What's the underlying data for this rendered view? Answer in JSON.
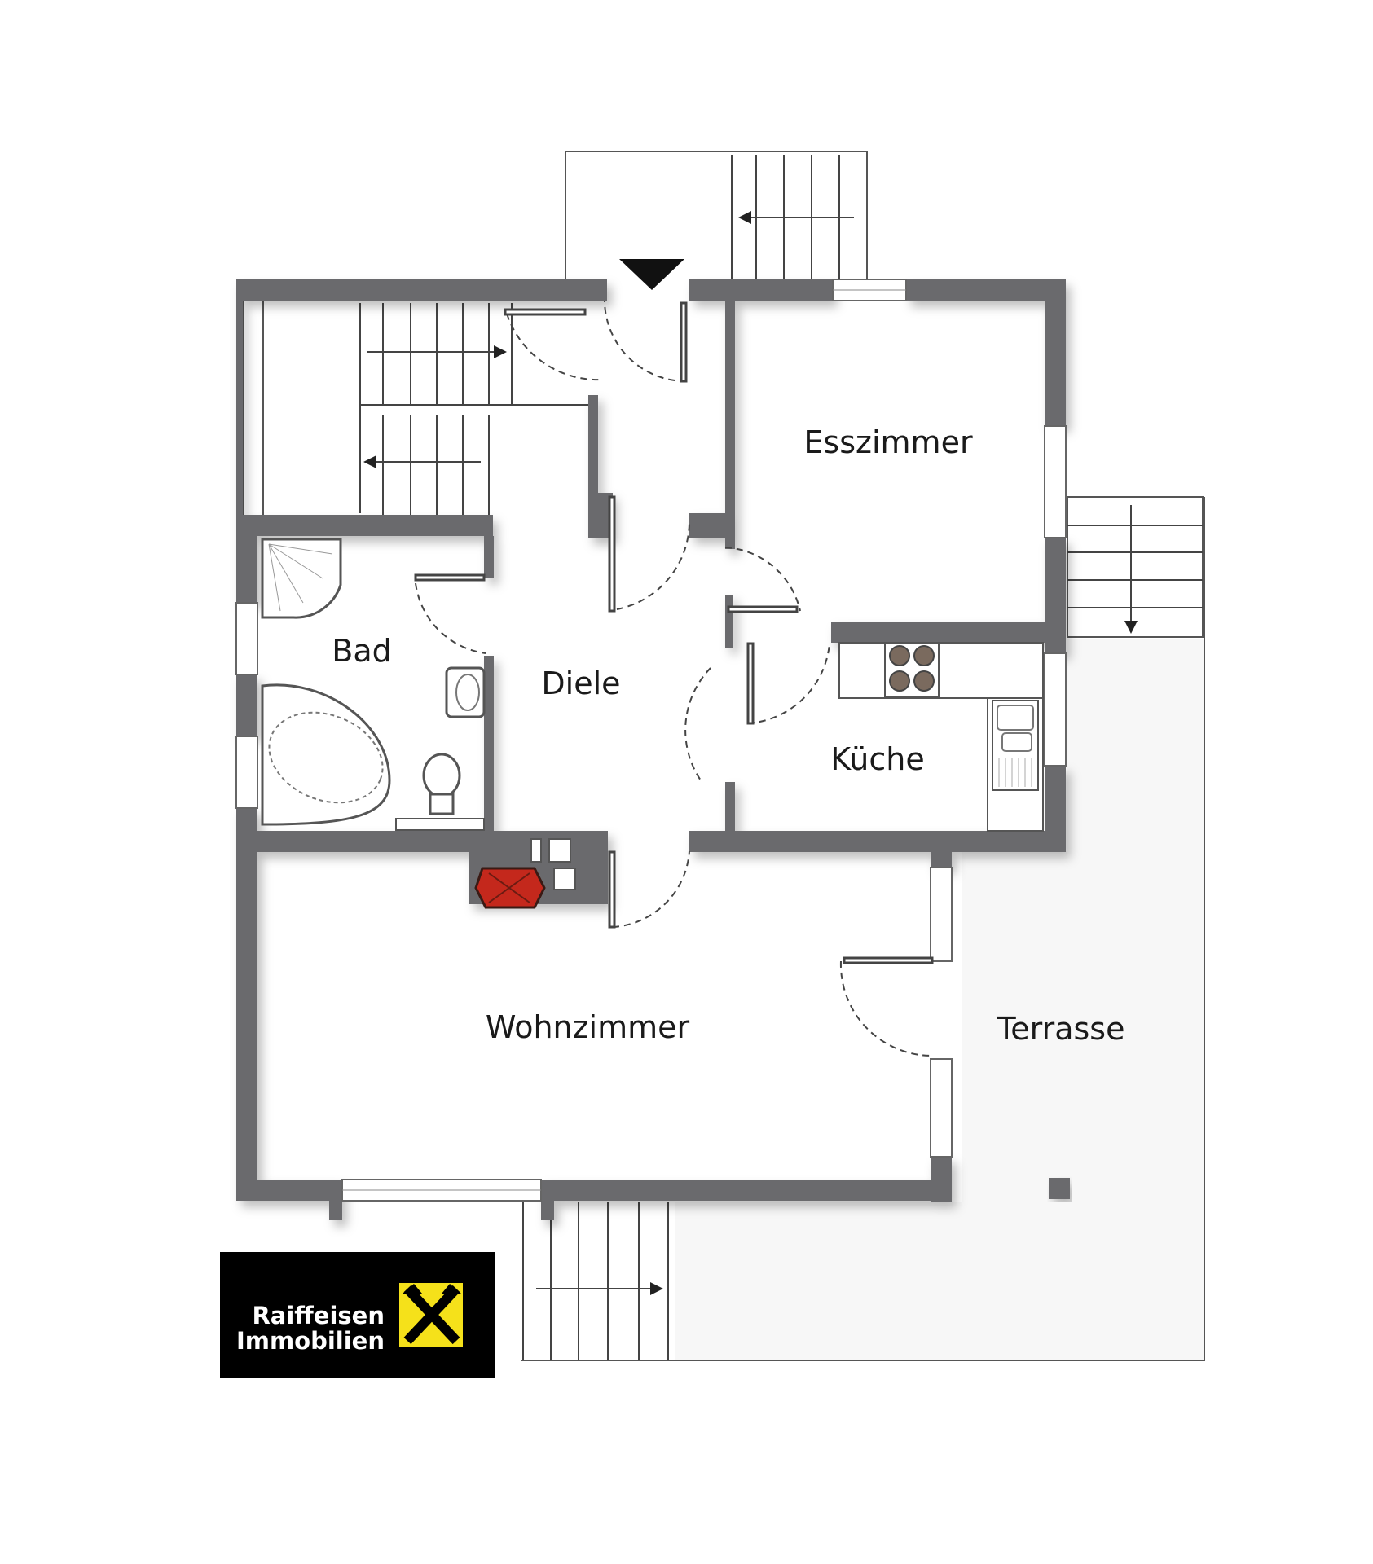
{
  "rooms": {
    "esszimmer": "Esszimmer",
    "bad": "Bad",
    "diele": "Diele",
    "kueche": "Küche",
    "wohnzimmer": "Wohnzimmer",
    "terrasse": "Terrasse"
  },
  "logo": {
    "line1": "Raiffeisen",
    "line2": "Immobilien",
    "background": "#000000",
    "emblem_color": "#f5e11a"
  },
  "colors": {
    "wall": "#6b6b6d",
    "fireplace": "#c4281c",
    "terrace": "#f7f7f7"
  }
}
